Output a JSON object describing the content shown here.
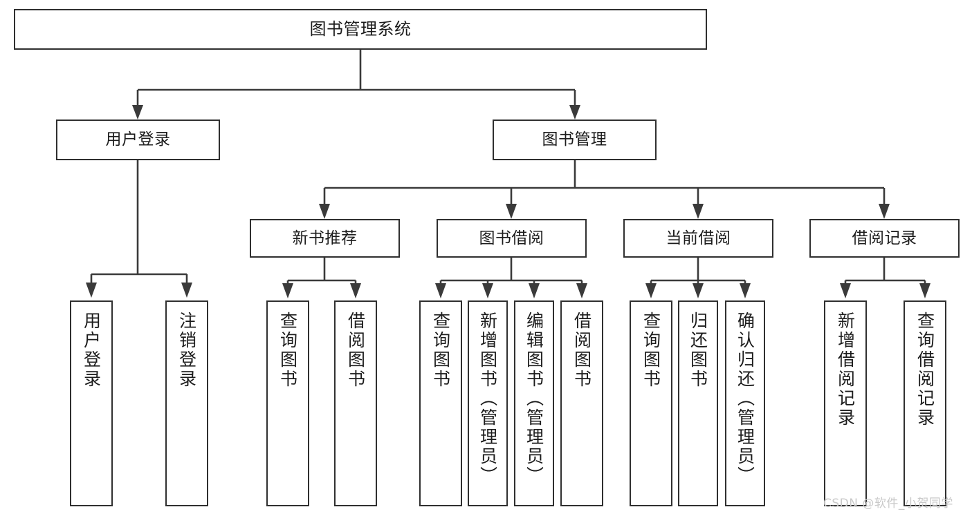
{
  "diagram": {
    "type": "tree-hierarchy",
    "title": "图书管理系统",
    "orientation": "top-down",
    "colors": {
      "stroke": "#2f2f2f",
      "connector": "#3a3a3a",
      "node_fill": "#ffffff",
      "text": "#1c1c1c",
      "background": "#ffffff",
      "watermark": "#c9c9c9"
    },
    "root": {
      "label": "图书管理系统"
    },
    "level1": [
      {
        "label": "用户登录"
      },
      {
        "label": "图书管理"
      }
    ],
    "level2": [
      {
        "label": "新书推荐"
      },
      {
        "label": "图书借阅"
      },
      {
        "label": "当前借阅"
      },
      {
        "label": "借阅记录"
      }
    ],
    "leaves": {
      "user_login": [
        {
          "label": "用户登录"
        },
        {
          "label": "注销登录"
        }
      ],
      "new_book_recommend": [
        {
          "label": "查询图书"
        },
        {
          "label": "借阅图书"
        }
      ],
      "book_borrow": [
        {
          "label": "查询图书"
        },
        {
          "label": "新增图书（管理员）"
        },
        {
          "label": "编辑图书（管理员）"
        },
        {
          "label": "借阅图书"
        }
      ],
      "current_borrow": [
        {
          "label": "查询图书"
        },
        {
          "label": "归还图书"
        },
        {
          "label": "确认归还（管理员）"
        }
      ],
      "borrow_record": [
        {
          "label": "新增借阅记录"
        },
        {
          "label": "查询借阅记录"
        }
      ]
    }
  },
  "watermark": {
    "text": "CSDN @软件_小贺同学"
  }
}
